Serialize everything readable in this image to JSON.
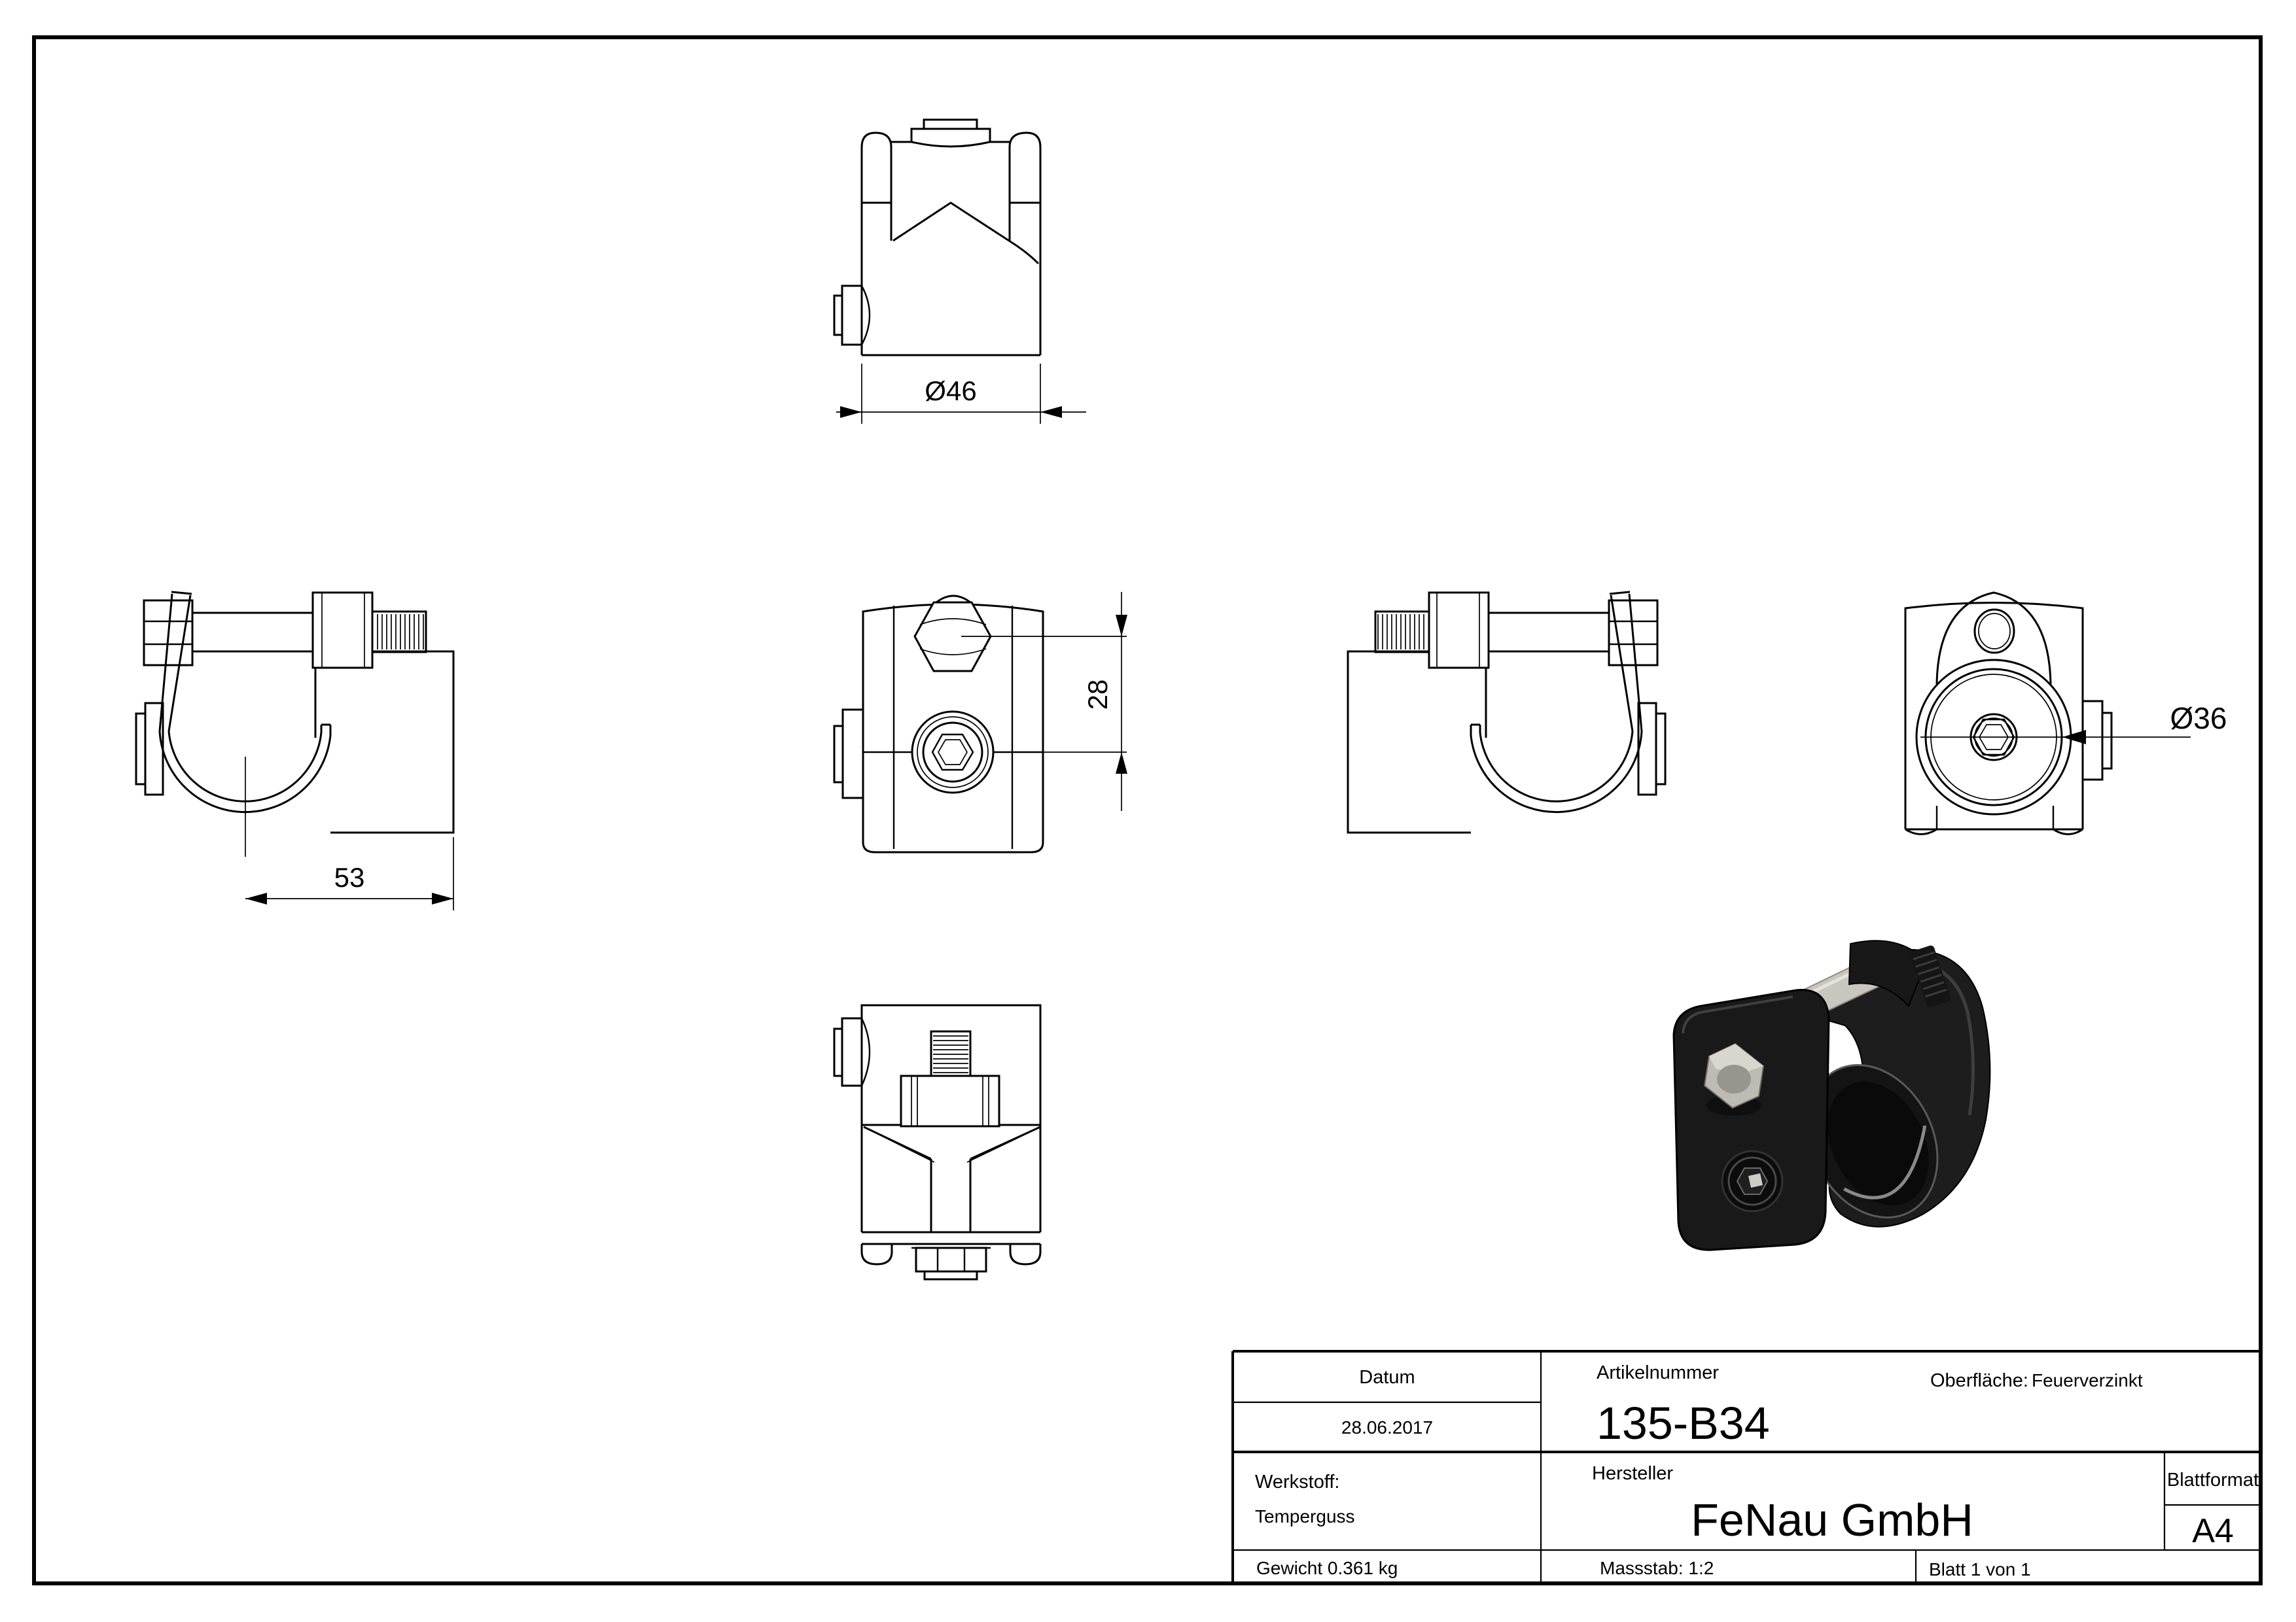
{
  "title_block": {
    "datum_label": "Datum",
    "datum_value": "28.06.2017",
    "artikelnummer_label": "Artikelnummer",
    "artikelnummer_value": "135-B34",
    "oberflaeche_label": "Oberfläche:",
    "oberflaeche_value": "Feuerverzinkt",
    "werkstoff_label": "Werkstoff:",
    "werkstoff_value": "Temperguss",
    "hersteller_label": "Hersteller",
    "hersteller_value": "FeNau GmbH",
    "blattformat_label": "Blattformat",
    "blattformat_value": "A4",
    "gewicht_text": "Gewicht 0.361 kg",
    "massstab_text": "Massstab: 1:2",
    "blatt_text": "Blatt 1 von 1"
  },
  "dimensions": {
    "dia_top": "Ø46",
    "len_side": "53",
    "len_front": "28",
    "dia_bore": "Ø36"
  },
  "colors": {
    "line": "#000000",
    "background": "#ffffff",
    "render_body": "#1d1d1d",
    "render_body_edge": "#4a4a4a",
    "render_metal": "#c9c6bf",
    "render_metal_dark": "#8f8c85"
  }
}
